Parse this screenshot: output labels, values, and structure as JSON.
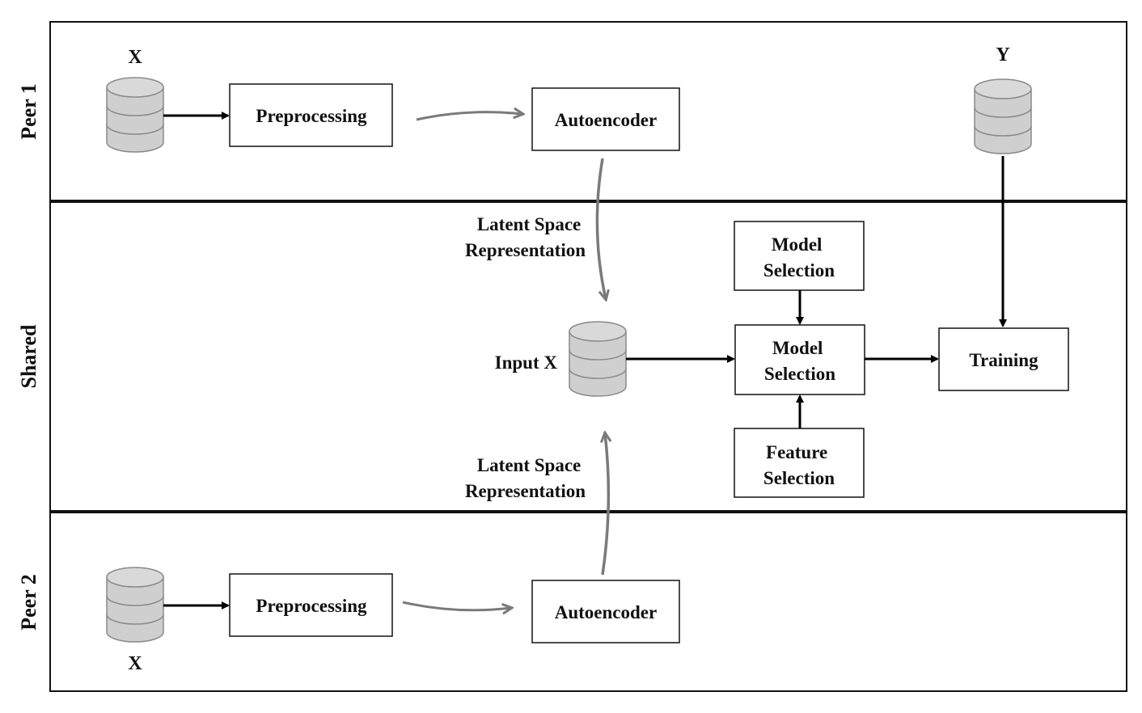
{
  "colors": {
    "border": "#111111",
    "box_fill": "#ffffff",
    "db_fill": "#cfcfcf",
    "db_stroke": "#8a8a8a",
    "curved_arrow": "#7a7a7a",
    "arrow": "#000000"
  },
  "lanes": {
    "peer1": "Peer 1",
    "shared": "Shared",
    "peer2": "Peer 2"
  },
  "peer1": {
    "db_x_label": "X",
    "db_y_label": "Y",
    "preprocessing": "Preprocessing",
    "autoencoder": "Autoencoder"
  },
  "shared": {
    "latent_top": [
      "Latent Space",
      "Representation"
    ],
    "latent_bottom": [
      "Latent Space",
      "Representation"
    ],
    "input_label": "Input X",
    "model_selection_top": [
      "Model",
      "Selection"
    ],
    "model_selection_center": [
      "Model",
      "Selection"
    ],
    "feature_selection": [
      "Feature",
      "Selection"
    ],
    "training": "Training"
  },
  "peer2": {
    "db_x_label": "X",
    "preprocessing": "Preprocessing",
    "autoencoder": "Autoencoder"
  },
  "icons": [
    "database-icon",
    "arrow-icon",
    "curved-arrow-icon"
  ]
}
